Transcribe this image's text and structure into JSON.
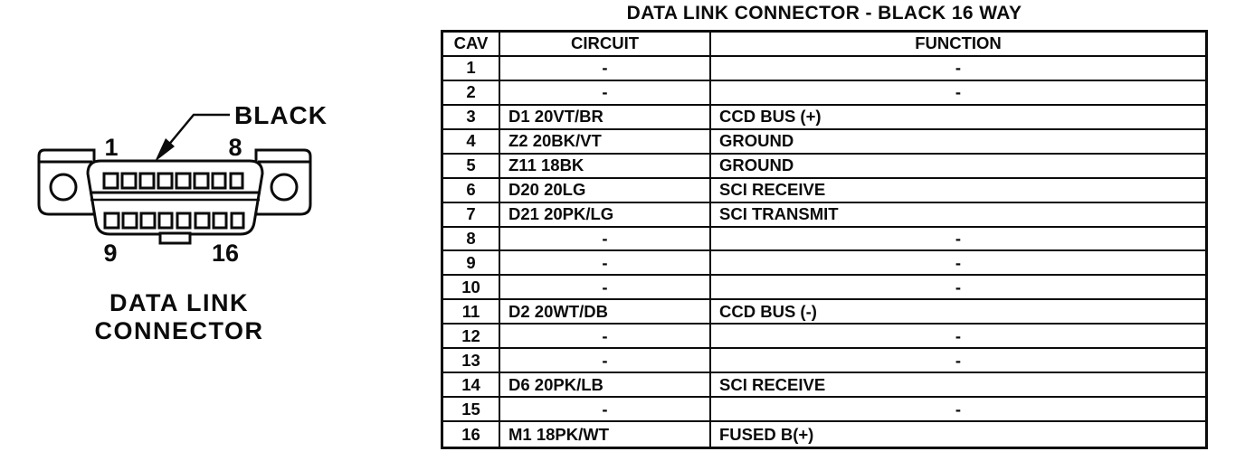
{
  "figure": {
    "color_label": "BLACK",
    "pin_labels": {
      "top_left": "1",
      "top_right": "8",
      "bottom_left": "9",
      "bottom_right": "16"
    },
    "caption_line1": "DATA LINK",
    "caption_line2": "CONNECTOR"
  },
  "table": {
    "title": "DATA LINK CONNECTOR - BLACK 16 WAY",
    "headers": {
      "cav": "CAV",
      "circuit": "CIRCUIT",
      "function": "FUNCTION"
    },
    "rows": [
      {
        "cav": "1",
        "circuit": "-",
        "function": "-"
      },
      {
        "cav": "2",
        "circuit": "-",
        "function": "-"
      },
      {
        "cav": "3",
        "circuit": "D1 20VT/BR",
        "function": "CCD BUS (+)"
      },
      {
        "cav": "4",
        "circuit": "Z2 20BK/VT",
        "function": "GROUND"
      },
      {
        "cav": "5",
        "circuit": "Z11 18BK",
        "function": "GROUND"
      },
      {
        "cav": "6",
        "circuit": "D20 20LG",
        "function": "SCI RECEIVE"
      },
      {
        "cav": "7",
        "circuit": "D21 20PK/LG",
        "function": "SCI TRANSMIT"
      },
      {
        "cav": "8",
        "circuit": "-",
        "function": "-"
      },
      {
        "cav": "9",
        "circuit": "-",
        "function": "-"
      },
      {
        "cav": "10",
        "circuit": "-",
        "function": "-"
      },
      {
        "cav": "11",
        "circuit": "D2 20WT/DB",
        "function": "CCD BUS (-)"
      },
      {
        "cav": "12",
        "circuit": "-",
        "function": "-"
      },
      {
        "cav": "13",
        "circuit": "-",
        "function": "-"
      },
      {
        "cav": "14",
        "circuit": "D6 20PK/LB",
        "function": "SCI RECEIVE"
      },
      {
        "cav": "15",
        "circuit": "-",
        "function": "-"
      },
      {
        "cav": "16",
        "circuit": "M1 18PK/WT",
        "function": "FUSED B(+)"
      }
    ]
  },
  "colors": {
    "ink": "#0b0b0b",
    "paper": "#ffffff"
  }
}
